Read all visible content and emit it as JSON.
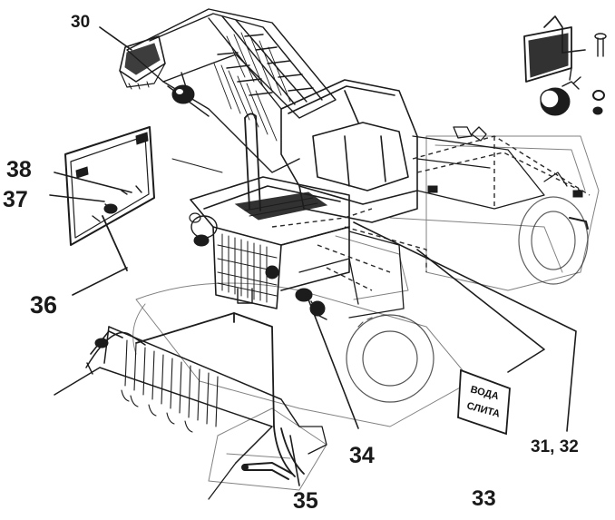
{
  "callouts": {
    "c30": "30",
    "c31_32": "31, 32",
    "c33": "33",
    "c34": "34",
    "c35": "35",
    "c36": "36",
    "c37": "37",
    "c38": "38"
  },
  "plate": {
    "line1": "ВОДА",
    "line2": "СЛИТА"
  },
  "colors": {
    "ink": "#1c1c1c",
    "paper": "#ffffff"
  }
}
